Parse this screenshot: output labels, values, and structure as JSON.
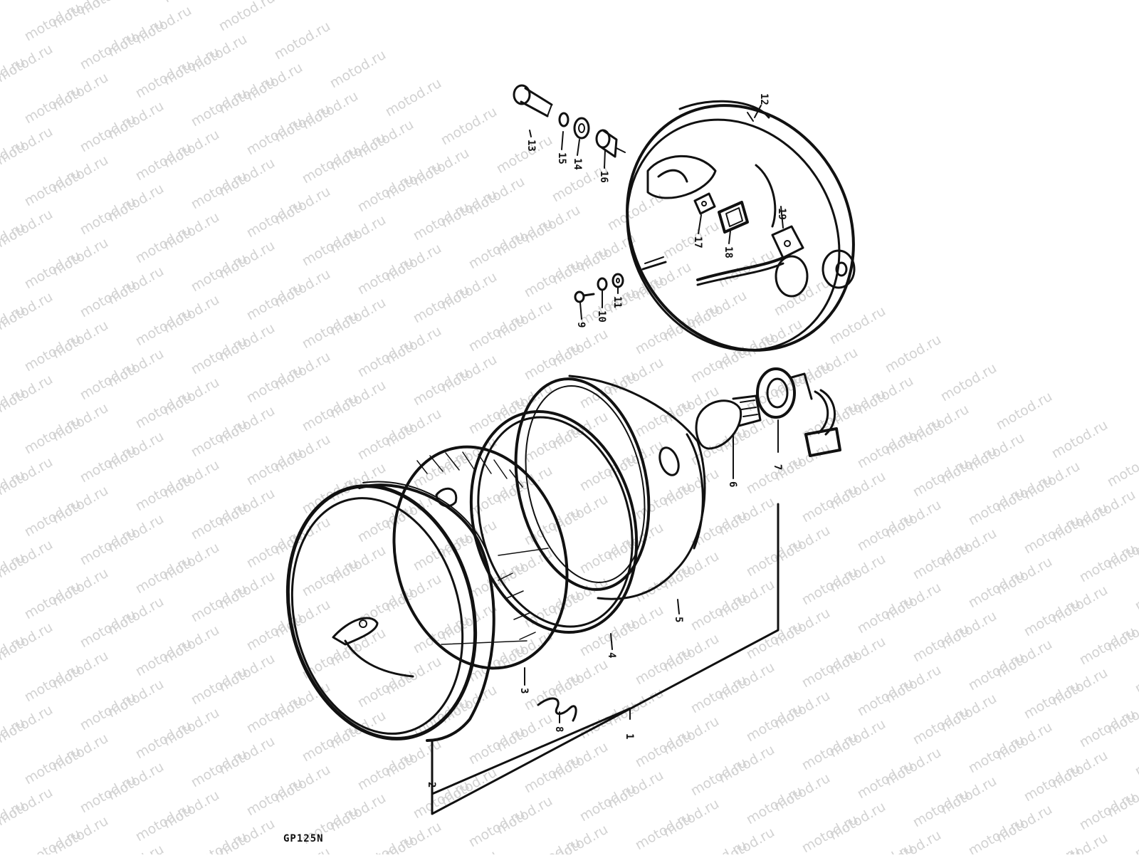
{
  "diagram": {
    "model_code": "GP125N",
    "watermark_text": "motod.ru",
    "colors": {
      "ink": "#111111",
      "paper": "#ffffff",
      "watermark": "#d2d2d2"
    },
    "callouts": [
      {
        "id": "1",
        "label": "1"
      },
      {
        "id": "2",
        "label": "2"
      },
      {
        "id": "3",
        "label": "3"
      },
      {
        "id": "4",
        "label": "4"
      },
      {
        "id": "5",
        "label": "5"
      },
      {
        "id": "6",
        "label": "6"
      },
      {
        "id": "7",
        "label": "7"
      },
      {
        "id": "8",
        "label": "8"
      },
      {
        "id": "9",
        "label": "9"
      },
      {
        "id": "10",
        "label": "10"
      },
      {
        "id": "11",
        "label": "11"
      },
      {
        "id": "12",
        "label": "12"
      },
      {
        "id": "13",
        "label": "13"
      },
      {
        "id": "14",
        "label": "14"
      },
      {
        "id": "15",
        "label": "15"
      },
      {
        "id": "16",
        "label": "16"
      },
      {
        "id": "17",
        "label": "17"
      },
      {
        "id": "18",
        "label": "18"
      },
      {
        "id": "19",
        "label": "19"
      }
    ]
  }
}
